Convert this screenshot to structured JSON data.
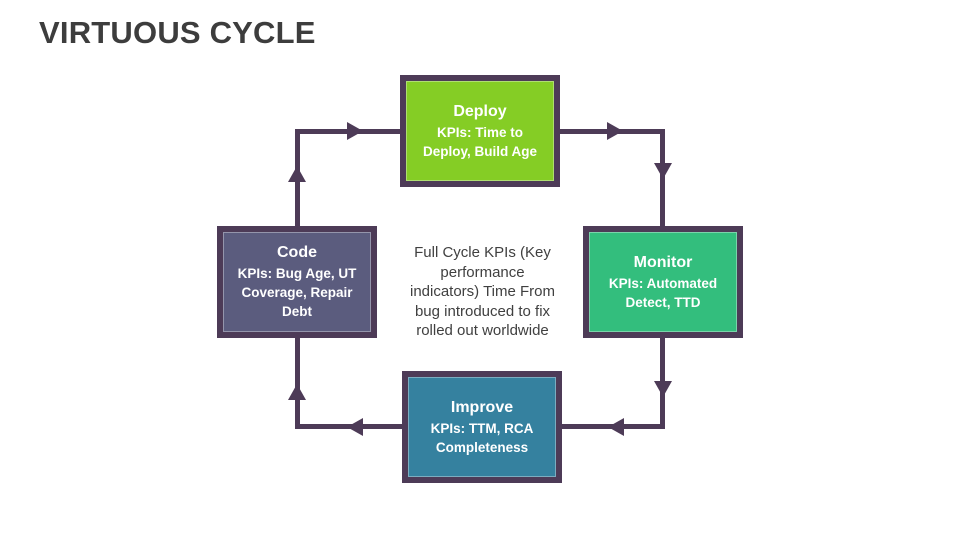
{
  "title": "VIRTUOUS CYCLE",
  "colors": {
    "title_text": "#3d3d3d",
    "line": "#4d3b57",
    "box_border": "#4d3b57",
    "box_text": "#ffffff",
    "center_text": "#404040",
    "deploy_fill": "#85cd25",
    "monitor_fill": "#33be7d",
    "improve_fill": "#35819f",
    "code_fill": "#5b5c7e"
  },
  "nodes": {
    "deploy": {
      "label": "Deploy",
      "kpis": "KPIs: Time to\nDeploy, Build Age"
    },
    "monitor": {
      "label": "Monitor",
      "kpis": "KPIs: Automated\nDetect, TTD"
    },
    "improve": {
      "label": "Improve",
      "kpis": "KPIs: TTM, RCA\nCompleteness"
    },
    "code": {
      "label": "Code",
      "kpis": "KPIs: Bug Age, UT\nCoverage, Repair\nDebt"
    }
  },
  "center_note": "Full Cycle KPIs (Key\nperformance\nindicators)  Time From\nbug introduced to fix\nrolled out worldwide",
  "cycle_order": [
    "Code",
    "Deploy",
    "Monitor",
    "Improve"
  ],
  "cycle_direction": "clockwise"
}
